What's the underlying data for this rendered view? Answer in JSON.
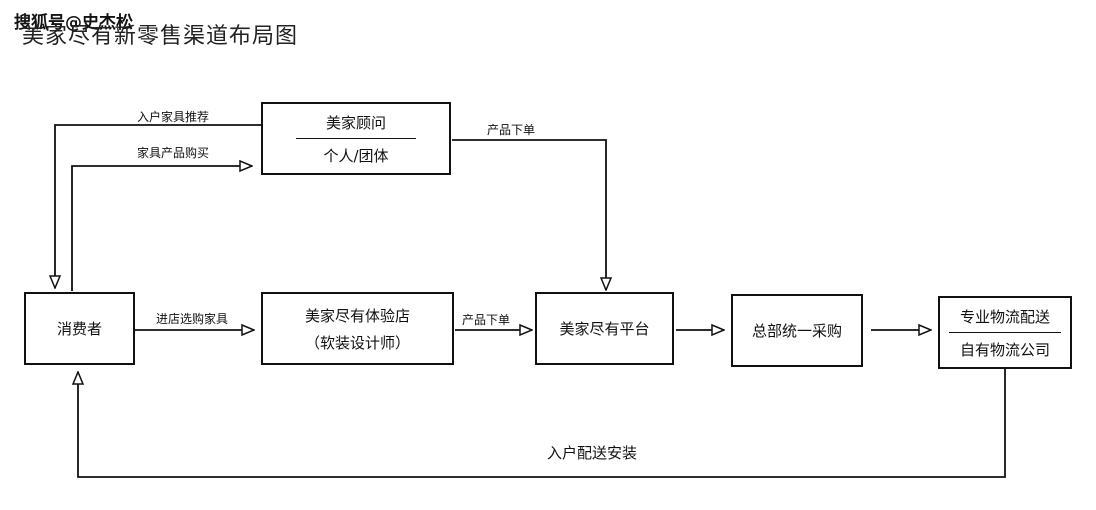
{
  "watermark": "搜狐号@史杰松",
  "title": "美家尽有新零售渠道布局图",
  "nodes": {
    "consumer": "消费者",
    "advisor_top": "美家顾问",
    "advisor_bottom": "个人/团体",
    "store_line1": "美家尽有体验店",
    "store_line2": "（软装设计师）",
    "platform": "美家尽有平台",
    "purchase": "总部统一采购",
    "logistics_top": "专业物流配送",
    "logistics_bottom": "自有物流公司"
  },
  "edges": {
    "home_recommend": "入户家具推荐",
    "furniture_buy": "家具产品购买",
    "order_top": "产品下单",
    "store_visit": "进店选购家具",
    "order_mid": "产品下单",
    "install": "入户配送安装"
  }
}
